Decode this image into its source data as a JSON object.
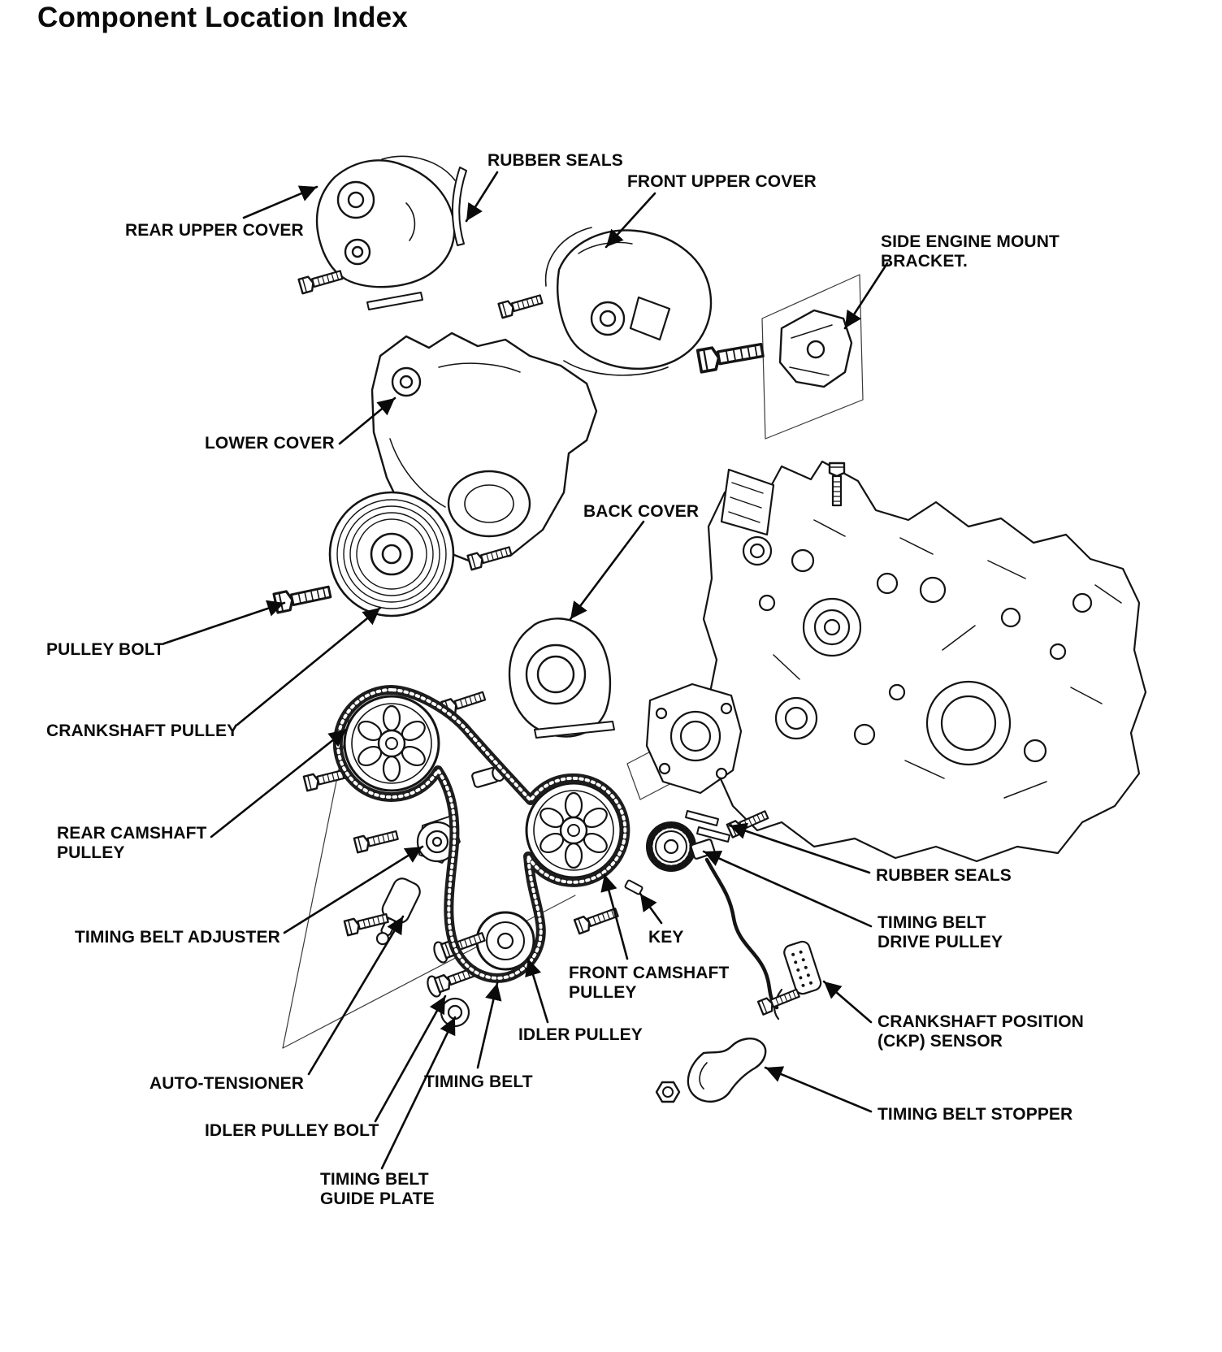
{
  "page": {
    "title": "Component Location Index"
  },
  "diagram": {
    "labels": {
      "rubber_seals_top": "RUBBER SEALS",
      "front_upper_cover": "FRONT UPPER COVER",
      "rear_upper_cover": "REAR UPPER COVER",
      "side_engine_mount_bracket": "SIDE ENGINE MOUNT\nBRACKET.",
      "lower_cover": "LOWER COVER",
      "back_cover": "BACK COVER",
      "pulley_bolt": "PULLEY BOLT",
      "crankshaft_pulley": "CRANKSHAFT PULLEY",
      "rear_camshaft_pulley": "REAR CAMSHAFT\nPULLEY",
      "rubber_seals_right": "RUBBER SEALS",
      "timing_belt_adjuster": "TIMING BELT ADJUSTER",
      "key": "KEY",
      "timing_belt_drive_pulley": "TIMING BELT\nDRIVE PULLEY",
      "front_camshaft_pulley": "FRONT CAMSHAFT\nPULLEY",
      "idler_pulley": "IDLER PULLEY",
      "ckp_sensor": "CRANKSHAFT POSITION\n(CKP) SENSOR",
      "auto_tensioner": "AUTO-TENSIONER",
      "timing_belt": "TIMING BELT",
      "idler_pulley_bolt": "IDLER PULLEY BOLT",
      "timing_belt_stopper": "TIMING BELT STOPPER",
      "timing_belt_guide_plate": "TIMING BELT\nGUIDE PLATE"
    }
  }
}
